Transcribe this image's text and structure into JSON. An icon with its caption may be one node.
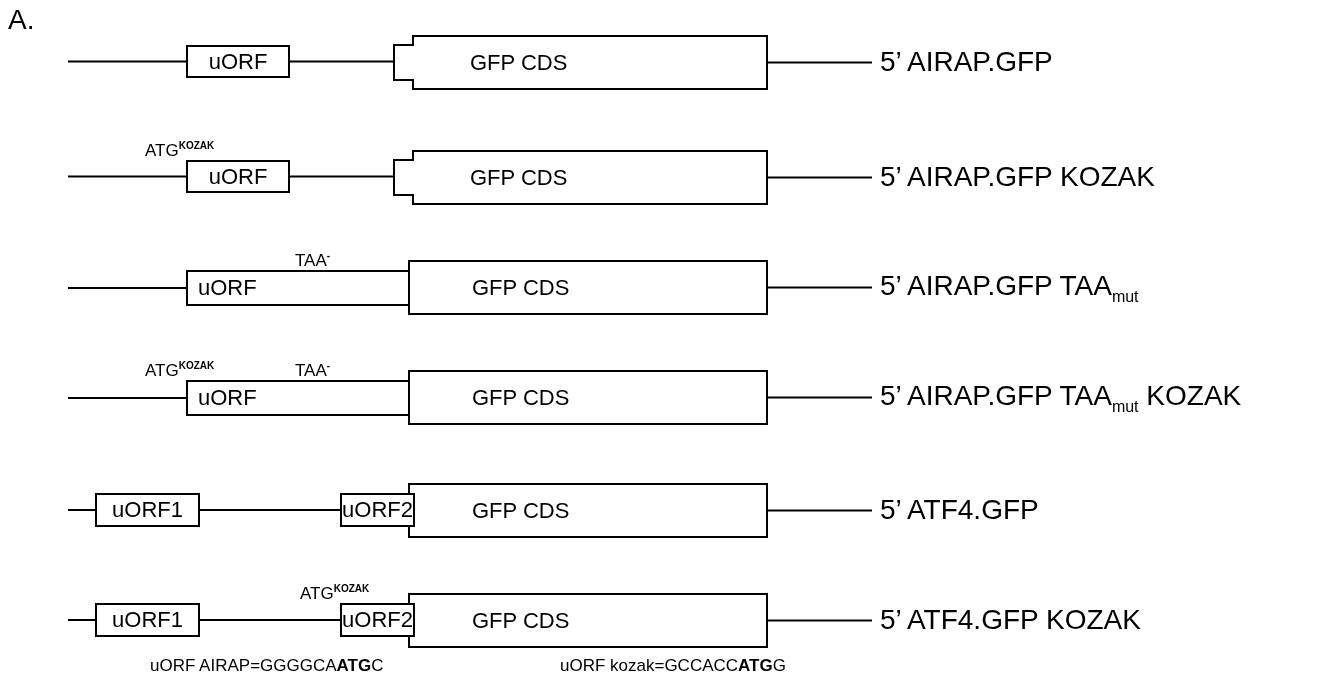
{
  "diagram": {
    "nodes": [
      {
        "text": [
          "uORF"
        ]
      },
      {
        "text": [
          "GFP CDS"
        ]
      },
      {
        "text": [
          "uORF"
        ],
        "beside": [
          "ATG$^{KOZAK}$"
        ]
      },
      {
        "text": [
          "GFP CDS"
        ]
      },
      {
        "text": [
          "uORF"
        ],
        "beside": [
          "TAA$^{-}$"
        ]
      },
      {
        "text": [
          "GFP CDS"
        ]
      },
      {
        "text": [
          "uORF"
        ],
        "beside": [
          "ATG$^{KOZAK}$",
          "TAA$^{-}$"
        ]
      },
      {
        "text": [
          "GFP CDS"
        ]
      },
      {
        "text": [
          "uORF1"
        ]
      },
      {
        "text": [
          "uORF2"
        ]
      },
      {
        "text": [
          "GFP CDS"
        ]
      },
      {
        "text": [
          "uORF1"
        ]
      },
      {
        "text": [
          "uORF2"
        ],
        "beside": [
          "ATG$^{KOZAK}$"
        ]
      },
      {
        "text": [
          "GFP CDS"
        ]
      },
      {
        "text": [
          "5’ AIRAP.GFP"
        ]
      },
      {
        "text": [
          "5’ AIRAP.GFP KOZAK"
        ]
      },
      {
        "text": [
          "5’ AIRAP.GFP TAA$_{mut}$"
        ]
      },
      {
        "text": [
          "5’ AIRAP.GFP TAA$_{mut}$ KOZAK"
        ]
      },
      {
        "text": [
          "5’ ATF4.GFP"
        ]
      },
      {
        "text": [
          "5’ ATF4.GFP KOZAK"
        ]
      }
    ],
    "edges": [
      {
        "from": 0,
        "to": 1,
        "arrow": "none"
      },
      {
        "from": 2,
        "to": 3,
        "arrow": "none"
      },
      {
        "from": 8,
        "to": 9,
        "arrow": "none"
      },
      {
        "from": 11,
        "to": 12,
        "arrow": "none"
      },
      {
        "from": 1,
        "to": 14,
        "arrow": "none"
      },
      {
        "from": 3,
        "to": 15,
        "arrow": "none"
      },
      {
        "from": 5,
        "to": 16,
        "arrow": "none"
      },
      {
        "from": 7,
        "to": 17,
        "arrow": "none"
      },
      {
        "from": 10,
        "to": 18,
        "arrow": "none"
      },
      {
        "from": 13,
        "to": 19,
        "arrow": "none"
      }
    ],
    "labels": [
      "A.",
      "uORF AIRAP=GGGGCA**ATG**C",
      "uORF kozak=GCCACC**ATG**G"
    ]
  }
}
